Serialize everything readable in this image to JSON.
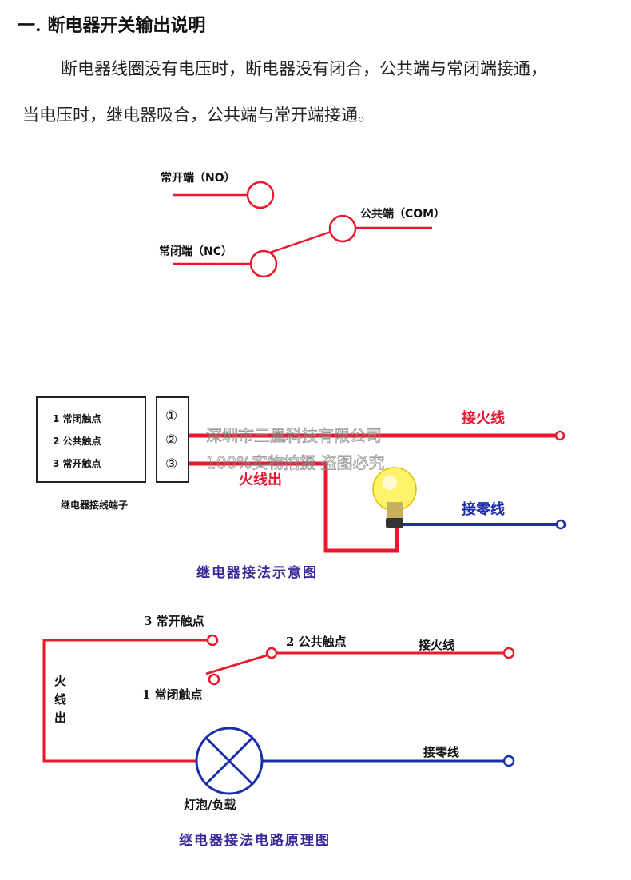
{
  "header": {
    "title": "一. 断电器开关输出说明",
    "line1": "断电器线圈没有电压时，断电器没有闭合，公共端与常闭端接通，",
    "line2": "当电压时，继电器吸合，公共端与常开端接通。"
  },
  "diagram1": {
    "no_label": "常开端（NO）",
    "com_label": "公共端（COM）",
    "nc_label": "常闭端（NC）"
  },
  "diagram2": {
    "box_row1": "1 常闭触点",
    "box_row2": "2 公共触点",
    "box_row3": "3 常开触点",
    "term1": "①",
    "term2": "②",
    "term3": "③",
    "box_caption": "继电器接线端子",
    "live_label": "接火线",
    "fire_out_label": "火线出",
    "neutral_label": "接零线",
    "caption": "继电器接法示意图",
    "watermark1": "深圳市三凰科技有限公司",
    "watermark2": "100%实物拍摄 盗图必究"
  },
  "diagram3": {
    "no_label": "3 常开触点",
    "com_label": "2 公共触点",
    "live_label": "接火线",
    "nc_label": "1 常闭触点",
    "fire_out_1": "火",
    "fire_out_2": "线",
    "fire_out_3": "出",
    "neutral_label": "接零线",
    "lamp_label": "灯泡/负载",
    "caption": "继电器接法电路原理图"
  },
  "colors": {
    "live": "#e8192c",
    "neutral": "#1a2fa8",
    "caption": "#3a2a9a"
  }
}
